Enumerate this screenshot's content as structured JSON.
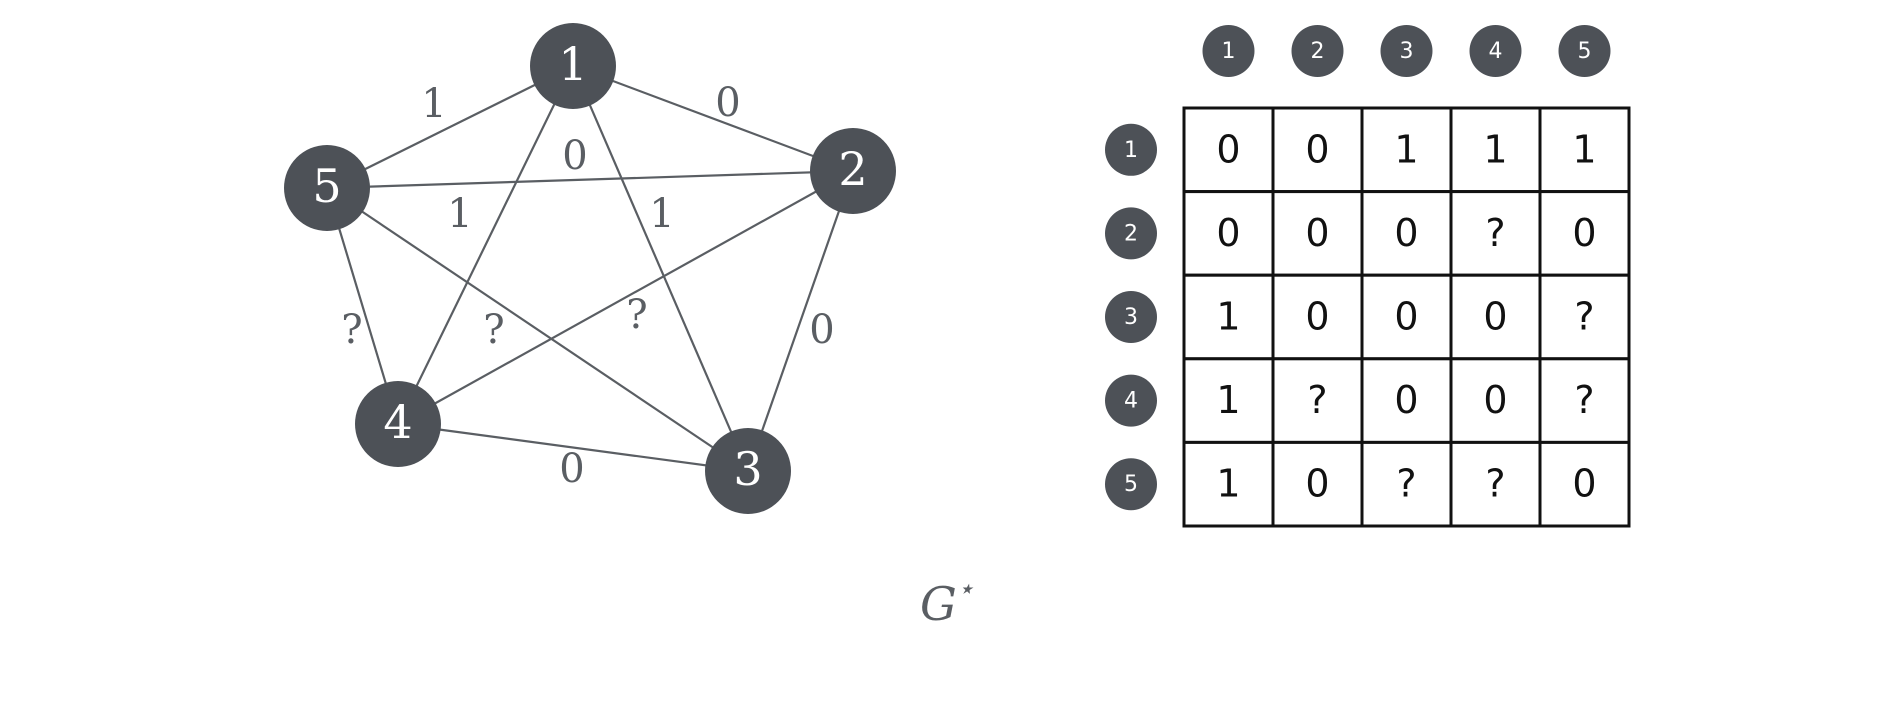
{
  "graph": {
    "nodes": [
      {
        "id": "1",
        "label": "1"
      },
      {
        "id": "2",
        "label": "2"
      },
      {
        "id": "3",
        "label": "3"
      },
      {
        "id": "4",
        "label": "4"
      },
      {
        "id": "5",
        "label": "5"
      }
    ],
    "edges": [
      {
        "from": "1",
        "to": "5",
        "label": "1"
      },
      {
        "from": "1",
        "to": "2",
        "label": "0"
      },
      {
        "from": "5",
        "to": "2",
        "label": "0"
      },
      {
        "from": "1",
        "to": "4",
        "label": "1"
      },
      {
        "from": "1",
        "to": "3",
        "label": "1"
      },
      {
        "from": "5",
        "to": "4",
        "label": "?"
      },
      {
        "from": "5",
        "to": "3",
        "label": "?"
      },
      {
        "from": "4",
        "to": "2",
        "label": "?"
      },
      {
        "from": "2",
        "to": "3",
        "label": "0"
      },
      {
        "from": "4",
        "to": "3",
        "label": "0"
      }
    ]
  },
  "matrix": {
    "column_headers": [
      "1",
      "2",
      "3",
      "4",
      "5"
    ],
    "row_headers": [
      "1",
      "2",
      "3",
      "4",
      "5"
    ],
    "cells": [
      [
        "0",
        "0",
        "1",
        "1",
        "1"
      ],
      [
        "0",
        "0",
        "0",
        "?",
        "0"
      ],
      [
        "1",
        "0",
        "0",
        "0",
        "?"
      ],
      [
        "1",
        "?",
        "0",
        "0",
        "?"
      ],
      [
        "1",
        "0",
        "?",
        "?",
        "0"
      ]
    ]
  },
  "caption": {
    "main": "G",
    "superscript": "⋆"
  }
}
